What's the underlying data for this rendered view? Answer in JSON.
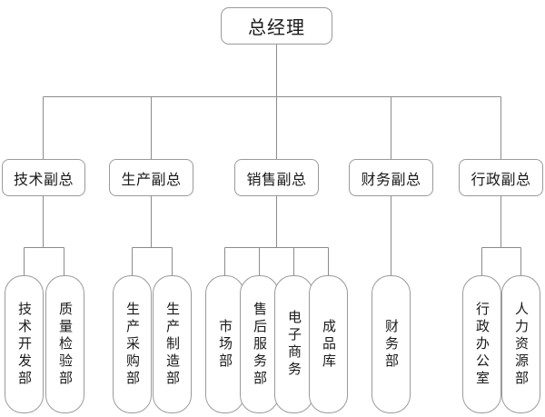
{
  "chart": {
    "type": "org-chart",
    "title": "总经理",
    "orientation": "top-down",
    "colors": {
      "box_border": "#9a9a9a",
      "connector": "#8c8c8c",
      "background": "#ffffff",
      "text": "#1a1a1a"
    },
    "root": {
      "label": "总经理",
      "text_direction": "horizontal"
    },
    "vps": [
      {
        "label": "技术副总",
        "text_direction": "horizontal"
      },
      {
        "label": "生产副总",
        "text_direction": "horizontal"
      },
      {
        "label": "销售副总",
        "text_direction": "horizontal"
      },
      {
        "label": "财务副总",
        "text_direction": "horizontal"
      },
      {
        "label": "行政副总",
        "text_direction": "horizontal"
      }
    ],
    "departments": [
      {
        "label": "技术开发部",
        "parent": "技术副总",
        "text_direction": "vertical"
      },
      {
        "label": "质量检验部",
        "parent": "技术副总",
        "text_direction": "vertical"
      },
      {
        "label": "生产采购部",
        "parent": "生产副总",
        "text_direction": "vertical"
      },
      {
        "label": "生产制造部",
        "parent": "生产副总",
        "text_direction": "vertical"
      },
      {
        "label": "市场部",
        "parent": "销售副总",
        "text_direction": "vertical"
      },
      {
        "label": "售后服务部",
        "parent": "销售副总",
        "text_direction": "vertical"
      },
      {
        "label": "电子商务",
        "parent": "销售副总",
        "text_direction": "vertical"
      },
      {
        "label": "成品库",
        "parent": "销售副总",
        "text_direction": "vertical"
      },
      {
        "label": "财务部",
        "parent": "财务副总",
        "text_direction": "vertical"
      },
      {
        "label": "行政办公室",
        "parent": "行政副总",
        "text_direction": "vertical"
      },
      {
        "label": "人力资源部",
        "parent": "行政副总",
        "text_direction": "vertical"
      }
    ]
  }
}
